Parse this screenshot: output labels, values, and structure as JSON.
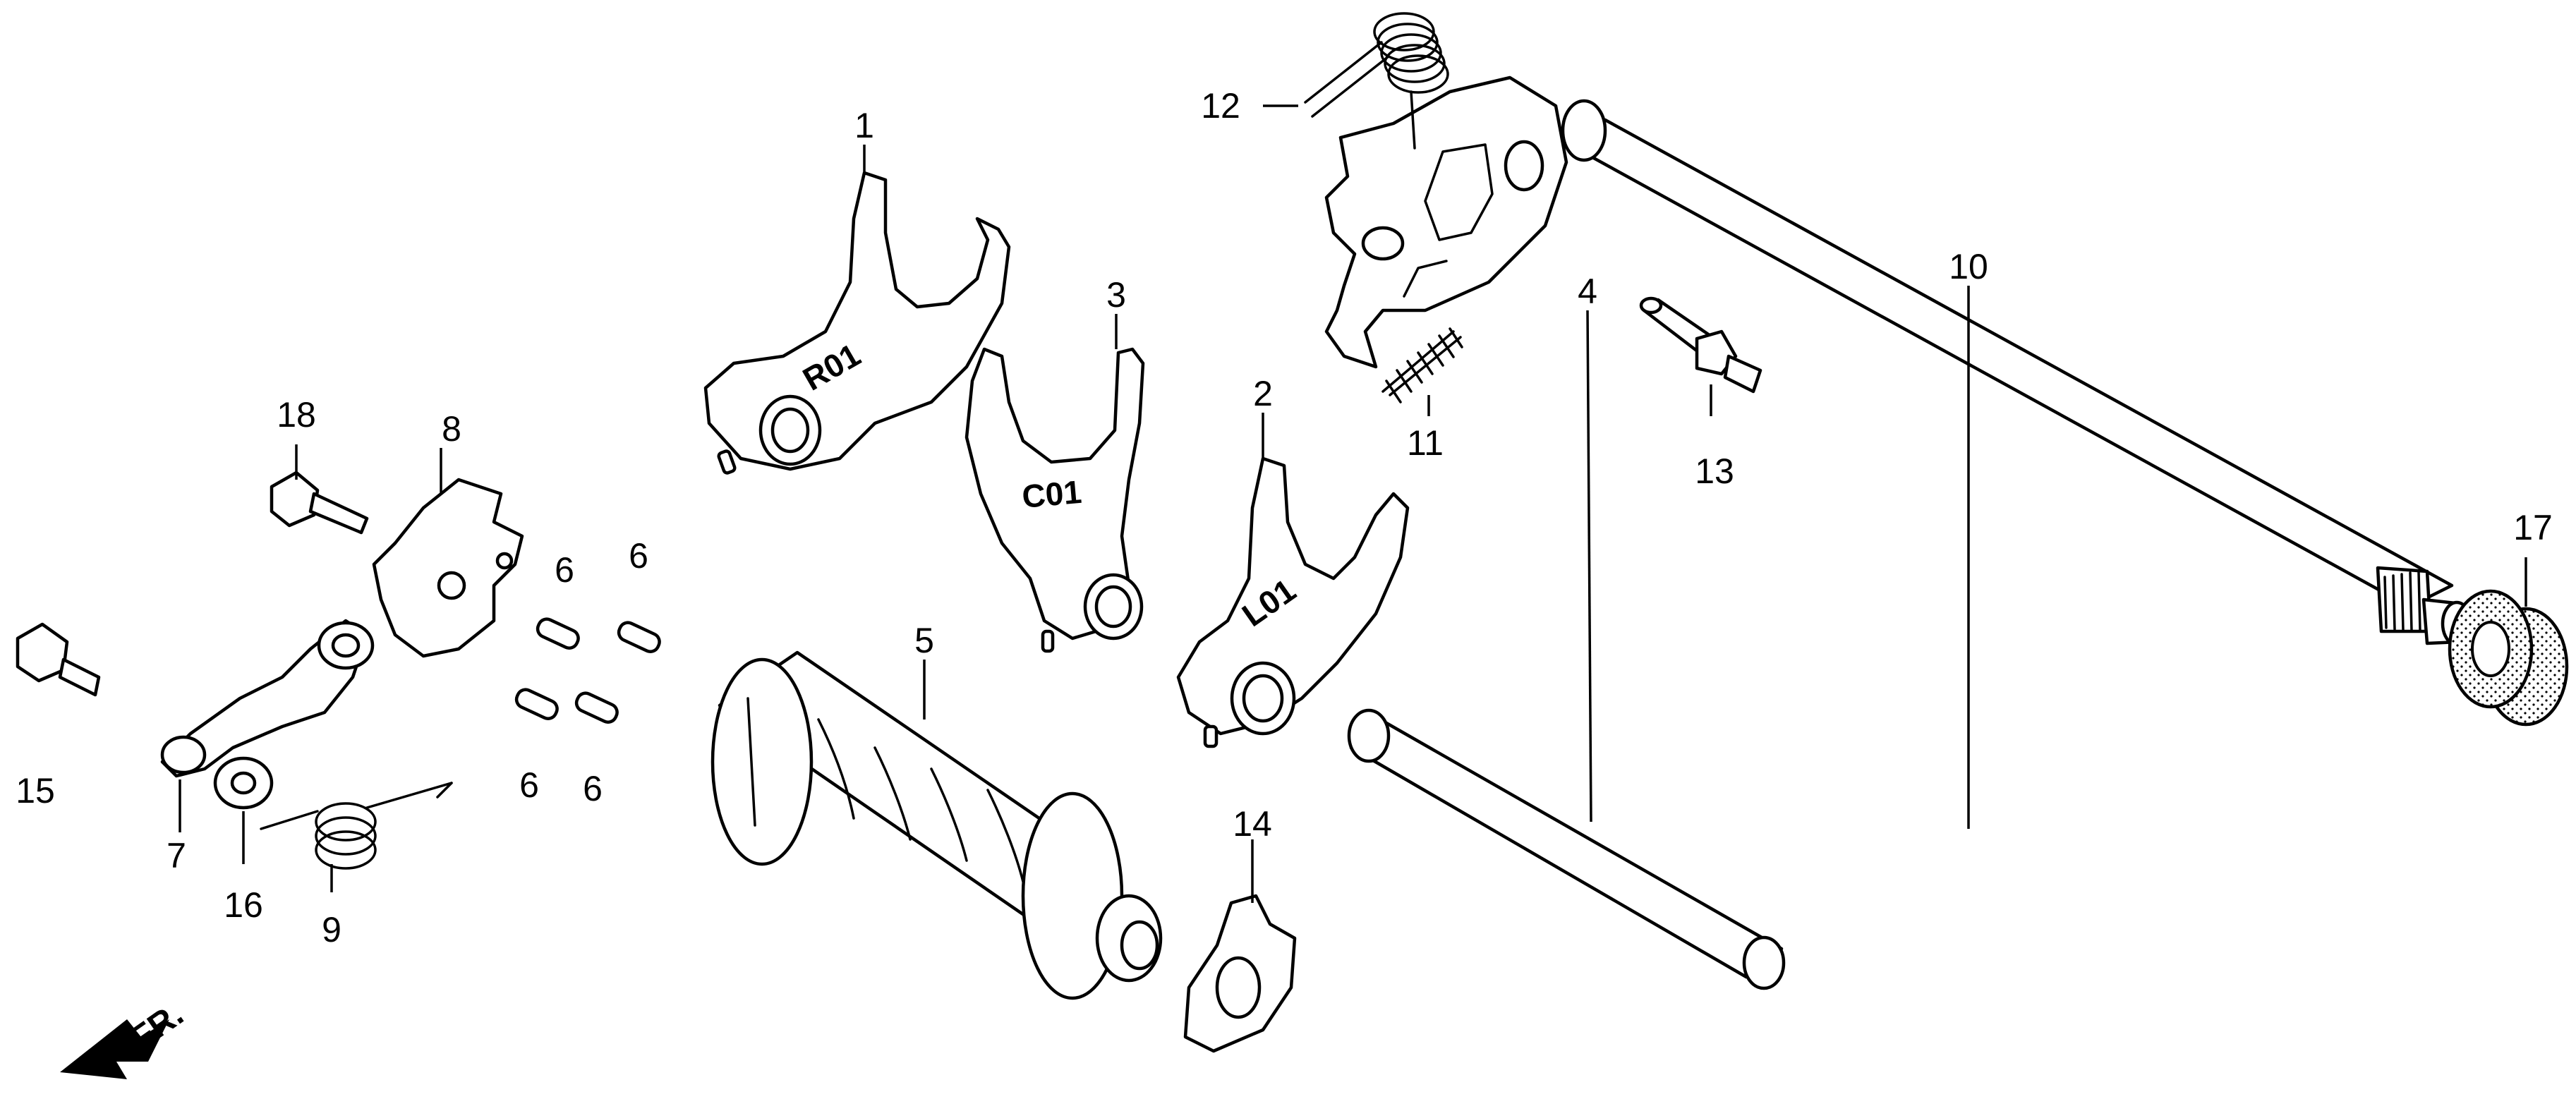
{
  "diagram": {
    "callouts": {
      "c1": "1",
      "c2": "2",
      "c3": "3",
      "c4": "4",
      "c5": "5",
      "c6a": "6",
      "c6b": "6",
      "c6c": "6",
      "c6d": "6",
      "c7": "7",
      "c8": "8",
      "c9": "9",
      "c10": "10",
      "c11": "11",
      "c12": "12",
      "c13": "13",
      "c14": "14",
      "c15": "15",
      "c16": "16",
      "c17": "17",
      "c18": "18"
    },
    "fork_marks": {
      "fork1": "R01",
      "fork3": "C01",
      "fork2": "L01"
    },
    "direction_label": "FR."
  }
}
